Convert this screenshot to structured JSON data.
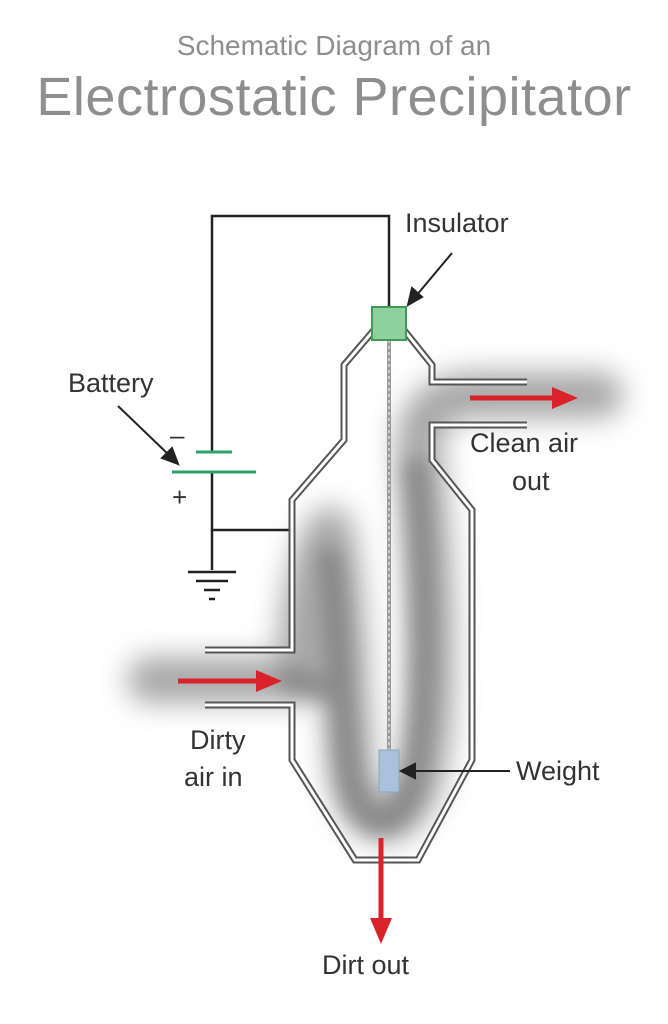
{
  "title": {
    "line1": "Schematic Diagram of an",
    "line2": "Electrostatic Precipitator"
  },
  "labels": {
    "insulator": "Insulator",
    "battery": "Battery",
    "minus": "–",
    "plus": "+",
    "clean_air_line1": "Clean air",
    "clean_air_line2": "out",
    "dirty_air_line1": "Dirty",
    "dirty_air_line2": "air in",
    "weight": "Weight",
    "dirt_out": "Dirt out"
  },
  "colors": {
    "arrow": "#d9232b",
    "wire": "#222222",
    "vessel": "#555555",
    "insulator": "#8fd19e",
    "battery_plates": "#2aa36b",
    "weight": "#a9c1db",
    "title": "#8e8e8e"
  }
}
